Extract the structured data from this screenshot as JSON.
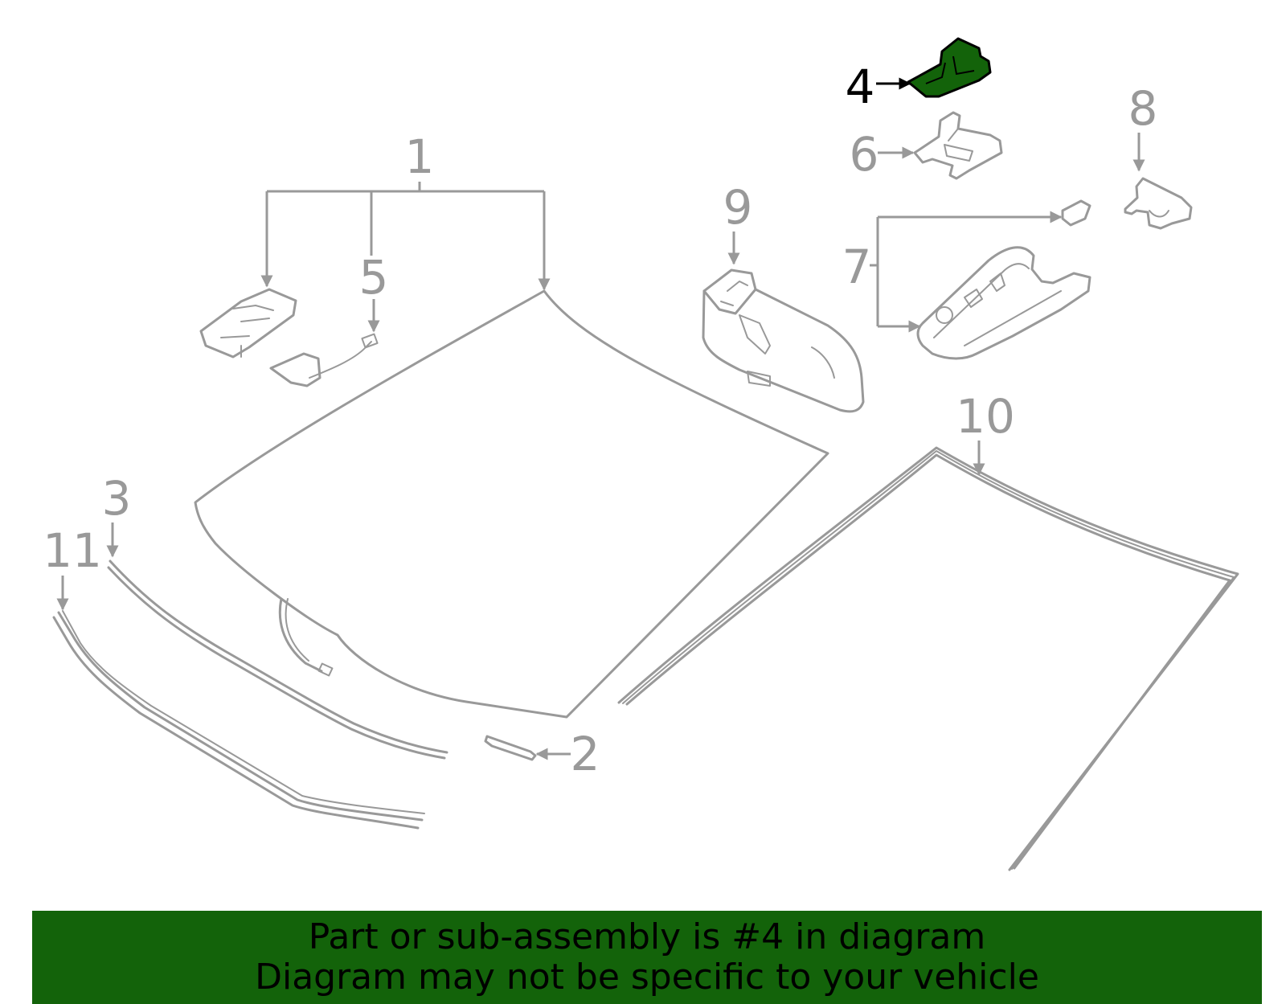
{
  "diagram": {
    "highlight_color": "#13630a",
    "line_color": "#999999",
    "labels": {
      "p1": "1",
      "p2": "2",
      "p3": "3",
      "p4": "4",
      "p5": "5",
      "p6": "6",
      "p7": "7",
      "p8": "8",
      "p9": "9",
      "p10": "10",
      "p11": "11"
    }
  },
  "banner": {
    "line1": "Part or sub-assembly is #4 in diagram",
    "line2": "Diagram may not be specific to your vehicle",
    "background": "#13630a"
  }
}
